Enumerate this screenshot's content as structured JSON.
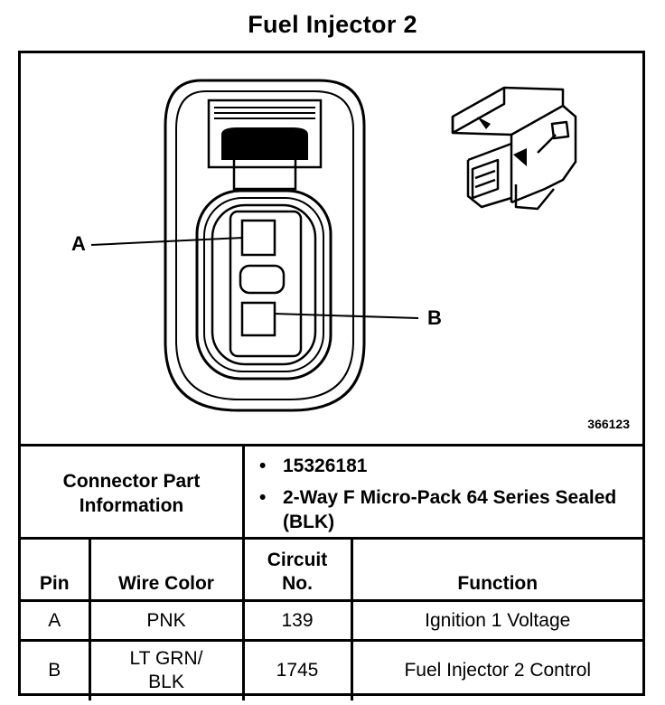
{
  "title": "Fuel Injector 2",
  "figure_number": "366123",
  "callouts": {
    "a": "A",
    "b": "B"
  },
  "connector_info": {
    "label": "Connector Part Information",
    "items": [
      "15326181",
      "2-Way F Micro-Pack 64 Series Sealed (BLK)"
    ]
  },
  "pin_table": {
    "headers": {
      "pin": "Pin",
      "wire_color": "Wire Color",
      "circuit_no": "Circuit No.",
      "function": "Function"
    },
    "rows": [
      {
        "pin": "A",
        "wire_color": "PNK",
        "circuit_no": "139",
        "function": "Ignition 1 Voltage"
      },
      {
        "pin": "B",
        "wire_color": "LT GRN/ BLK",
        "circuit_no": "1745",
        "function": "Fuel Injector 2 Control"
      }
    ]
  }
}
